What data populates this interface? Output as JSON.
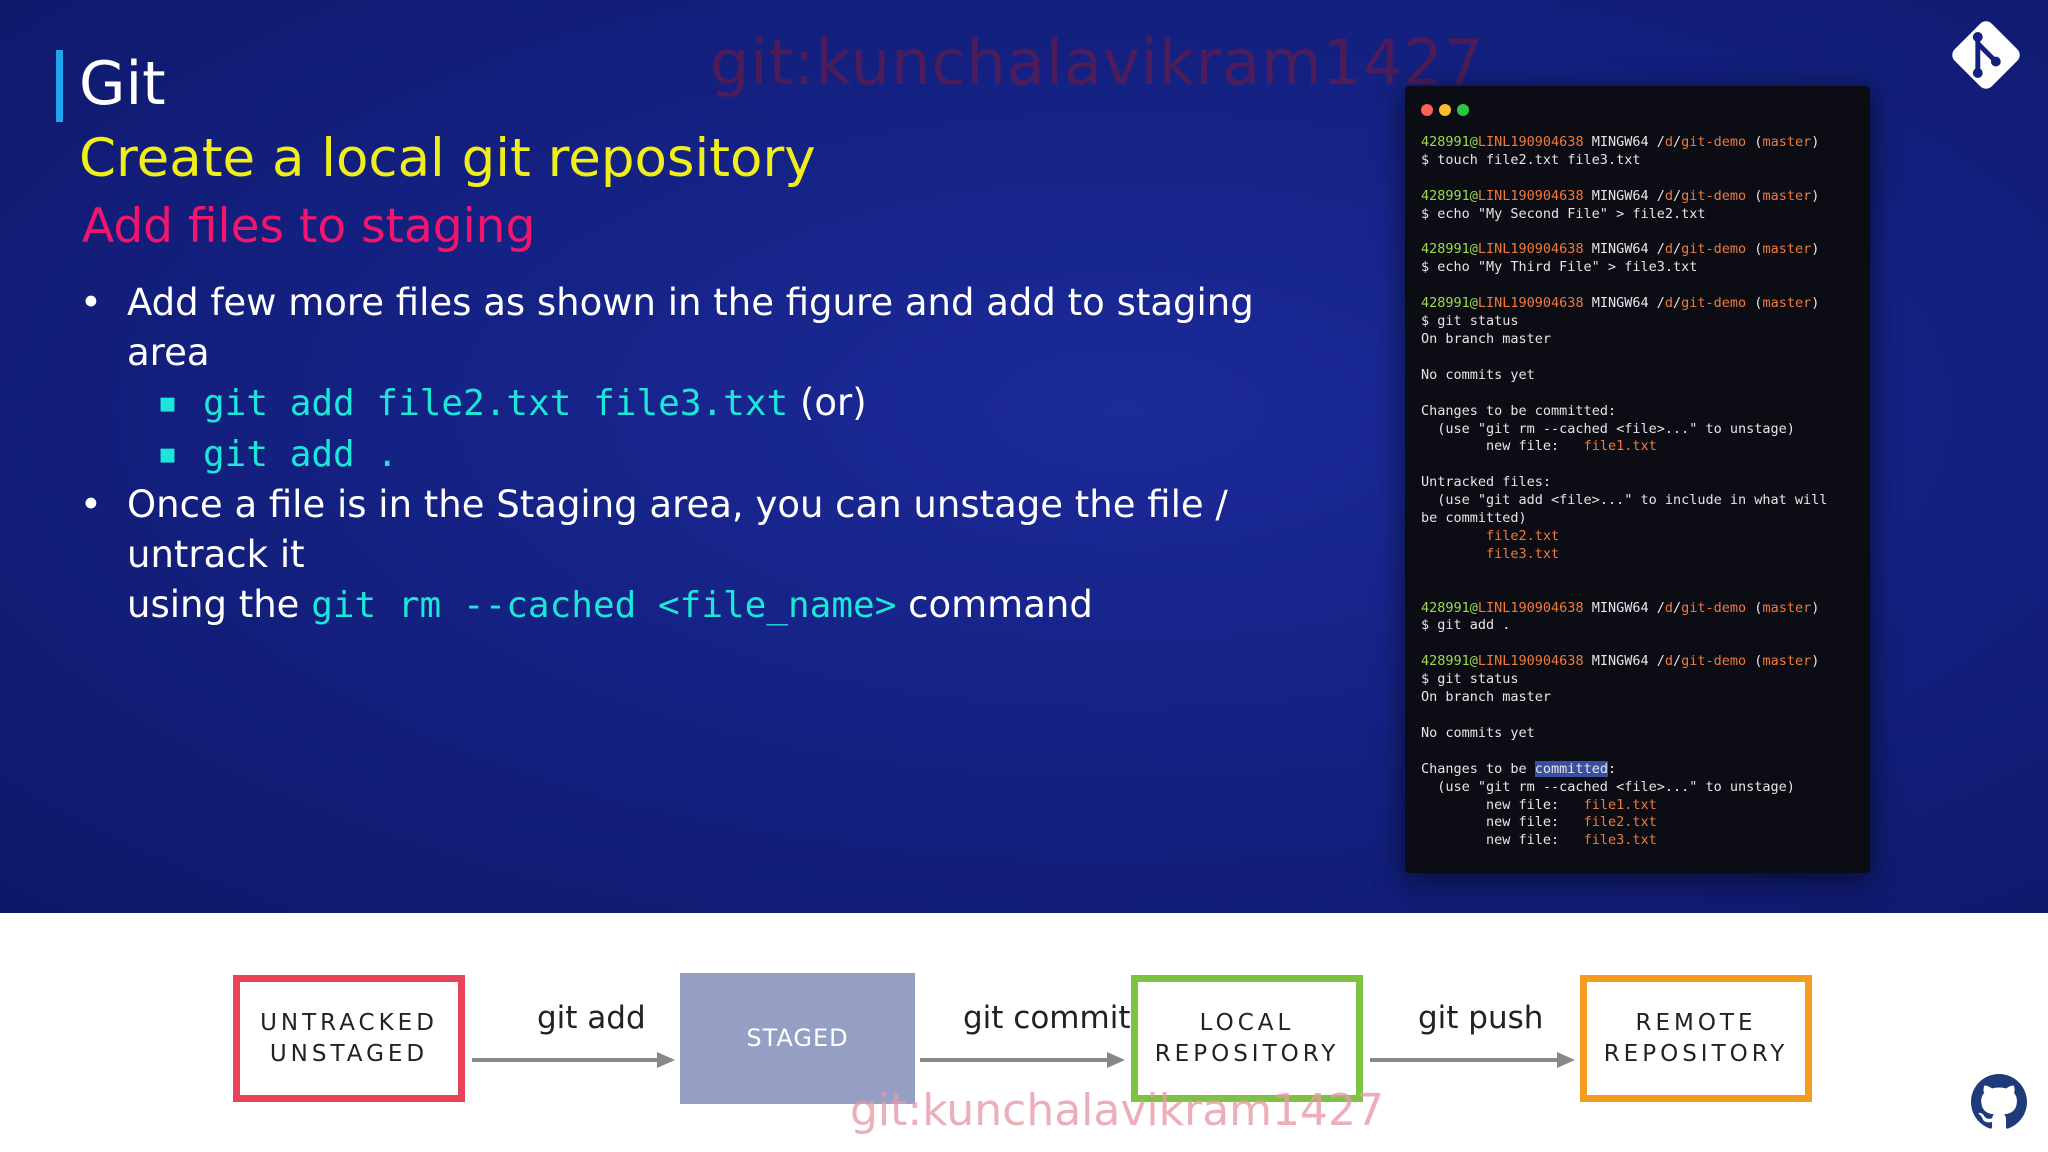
{
  "slide": {
    "title": "Git",
    "subtitle": "Create a local git repository",
    "subtitle2": "Add files to staging",
    "watermark": "git:kunchalavikram1427"
  },
  "bullets": {
    "b1": "Add few more files as shown in the figure and add to staging area",
    "s1_code": "git add file2.txt file3.txt",
    "s1_tail": " (or)",
    "s2_code": "git add .",
    "b2_line1": "Once a file is in the Staging area, you can unstage the file / untrack it",
    "b2_pre": "using the ",
    "b2_code": "git rm --cached <file_name>",
    "b2_post": " command",
    "bullet_char": "•",
    "sub_bullet_char": "▪"
  },
  "terminal": {
    "user": "428991@",
    "host": "LINL190904638",
    "sys": " MINGW64 /",
    "drive": "d",
    "repo": "git-demo",
    "branch": "master",
    "cmd_touch": "$ touch file2.txt file3.txt",
    "cmd_echo2": "$ echo \"My Second File\" > file2.txt",
    "cmd_echo3": "$ echo \"My Third File\" > file3.txt",
    "cmd_status": "$ git status",
    "on_branch": "On branch master",
    "no_commits": "No commits yet",
    "changes_pre": "Changes to be ",
    "changes_word": "committed",
    "changes_post": ":",
    "use_rm": "  (use \"git rm --cached <file>...\" to unstage)",
    "new_file_label": "        new file:   ",
    "file1": "file1.txt",
    "file2": "file2.txt",
    "file3": "file3.txt",
    "untracked": "Untracked files:",
    "use_add": "  (use \"git add <file>...\" to include in what will",
    "be_committed": "be committed)",
    "indent": "        ",
    "cmd_add": "$ git add ."
  },
  "diagram": {
    "untracked": "UNTRACKED",
    "unstaged": "UNSTAGED",
    "staged": "STAGED",
    "local1": "LOCAL",
    "local2": "REPOSITORY",
    "remote1": "REMOTE",
    "remote2": "REPOSITORY",
    "arrow1": "git add",
    "arrow2": "git commit",
    "arrow3": "git push"
  },
  "colors": {
    "background": "#13207f",
    "title_accent": "#1fa4ee",
    "subtitle": "#f0ef1c",
    "subtitle2": "#f2156d",
    "code": "#1ce6d8",
    "untracked_border": "#e8435b",
    "staged_fill": "#959fc4",
    "local_border": "#7dc242",
    "remote_border": "#f39c1f"
  },
  "icons": {
    "logo": "git-logo-icon",
    "github": "github-icon"
  }
}
